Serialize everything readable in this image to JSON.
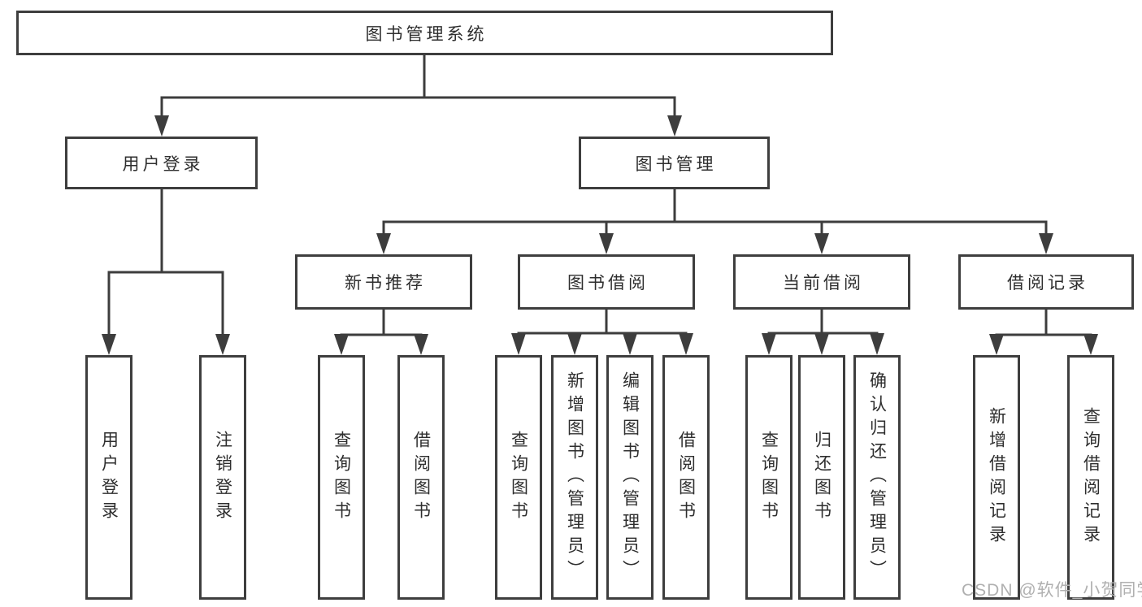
{
  "diagram": {
    "type": "hierarchy",
    "root": {
      "label": "图书管理系统",
      "children": [
        {
          "label": "用户登录",
          "children": [
            {
              "label": "用户登录"
            },
            {
              "label": "注销登录"
            }
          ]
        },
        {
          "label": "图书管理",
          "children": [
            {
              "label": "新书推荐",
              "children": [
                {
                  "label": "查询图书"
                },
                {
                  "label": "借阅图书"
                }
              ]
            },
            {
              "label": "图书借阅",
              "children": [
                {
                  "label": "查询图书"
                },
                {
                  "label": "新增图书（管理员）"
                },
                {
                  "label": "编辑图书（管理员）"
                },
                {
                  "label": "借阅图书"
                }
              ]
            },
            {
              "label": "当前借阅",
              "children": [
                {
                  "label": "查询图书"
                },
                {
                  "label": "归还图书"
                },
                {
                  "label": "确认归还（管理员）"
                }
              ]
            },
            {
              "label": "借阅记录",
              "children": [
                {
                  "label": "新增借阅记录"
                },
                {
                  "label": "查询借阅记录"
                }
              ]
            }
          ]
        }
      ]
    },
    "colors": {
      "line": "#3d3d3d",
      "box_border": "#3e3e3e",
      "text": "#2e2e2e",
      "background": "#ffffff",
      "watermark": "#b0b0b0"
    }
  },
  "watermark": "CSDN @软件_小贺同学"
}
